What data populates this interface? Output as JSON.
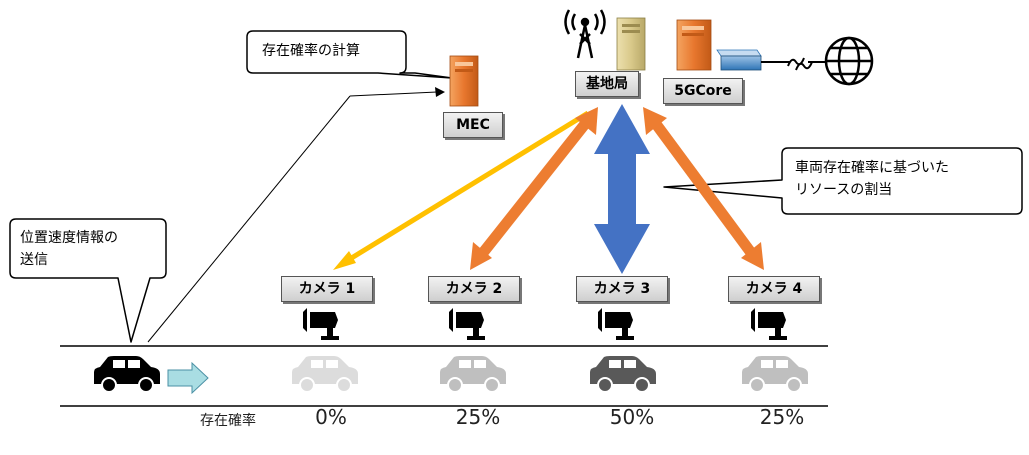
{
  "network": {
    "base_station": "基地局",
    "core": "5GCore",
    "mec": "MEC"
  },
  "callouts": {
    "mec_calc": "存在確率の計算",
    "allocation": [
      "車両存在確率に基づいた",
      "リソースの割当"
    ],
    "send": [
      "位置速度情報の",
      "送信"
    ]
  },
  "cameras": [
    {
      "label": "カメラ 1",
      "probability": "0%"
    },
    {
      "label": "カメラ 2",
      "probability": "25%"
    },
    {
      "label": "カメラ 3",
      "probability": "50%"
    },
    {
      "label": "カメラ 4",
      "probability": "25%"
    }
  ],
  "probability_label": "存在確率",
  "colors": {
    "arrow_yellow": "#ffc000",
    "arrow_orange": "#ed7d31",
    "arrow_blue": "#4472c4",
    "server_orange": "#e8772e",
    "server_beige": "#d9c98a",
    "switch_blue": "#5b9bd5",
    "car_active": "#000000",
    "car_faded": "#d9d9d9",
    "car_mid": "#555555"
  }
}
